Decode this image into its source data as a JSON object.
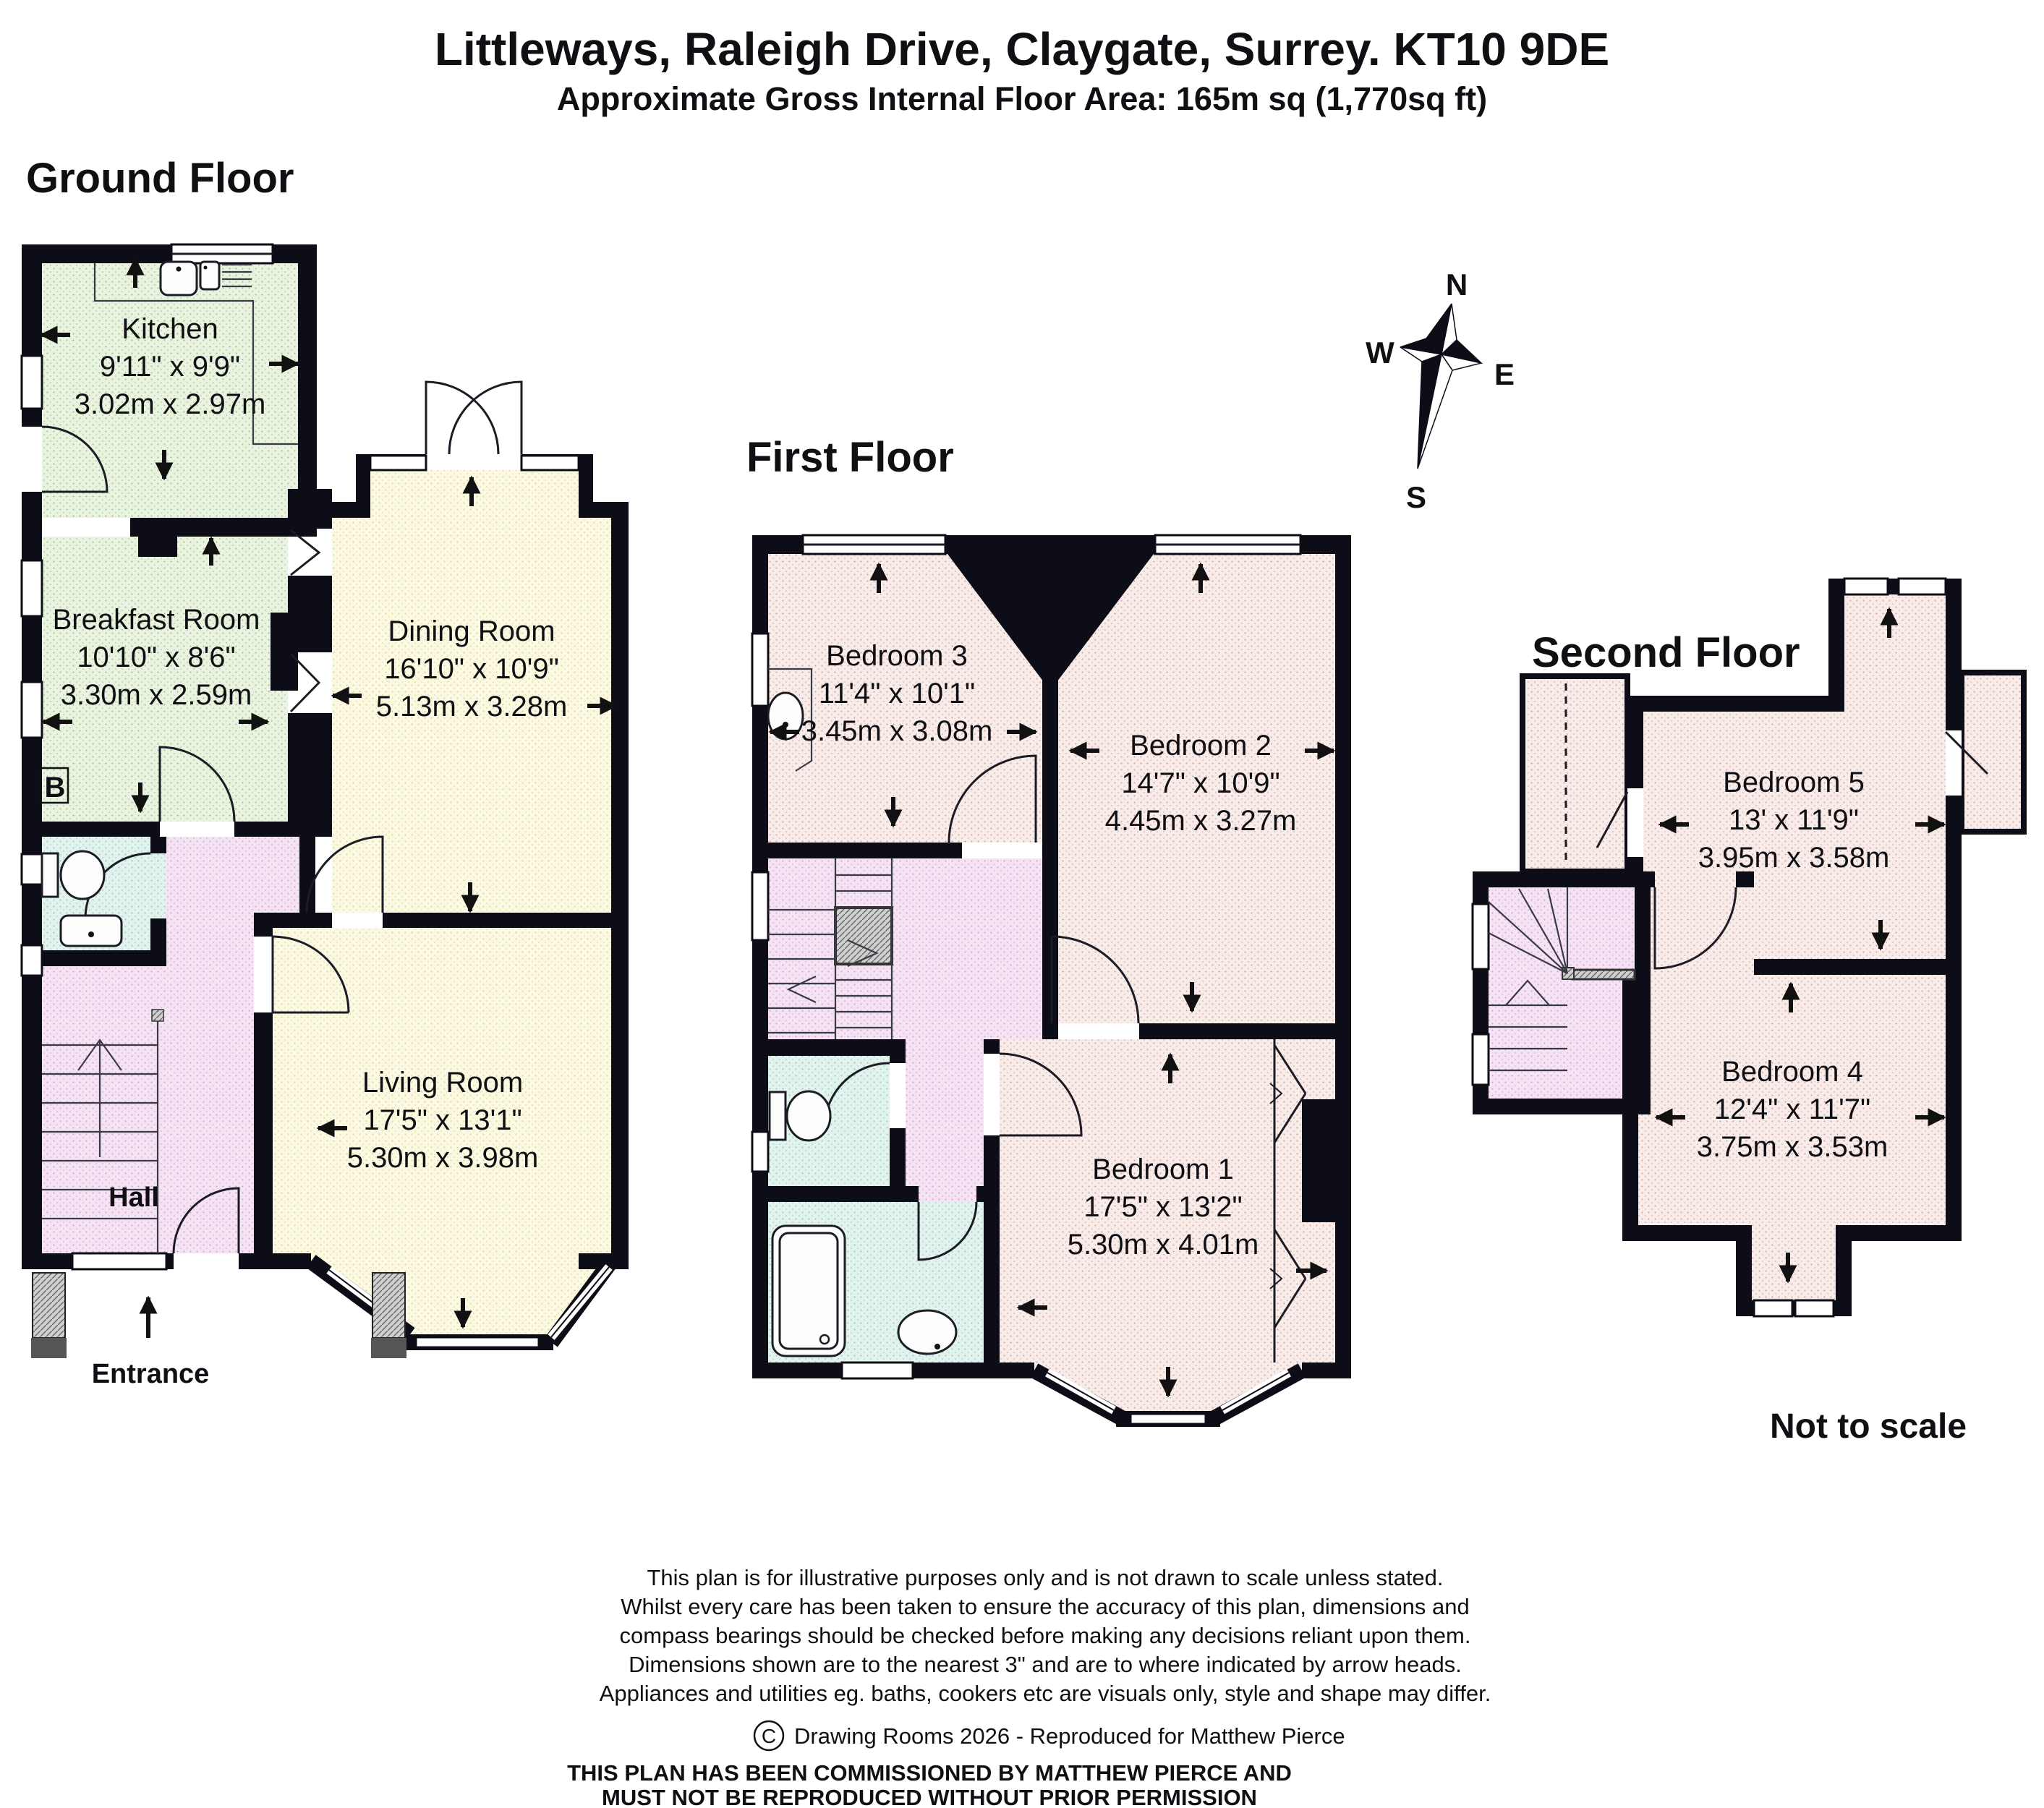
{
  "title": {
    "line1": "Littleways, Raleigh Drive, Claygate, Surrey. KT10 9DE",
    "line2": "Approximate Gross Internal Floor Area:  165m sq (1,770sq ft)"
  },
  "floors": {
    "ground": {
      "heading": "Ground Floor",
      "rooms": {
        "kitchen": {
          "name": "Kitchen",
          "imperial": "9'11\" x 9'9\"",
          "metric": "3.02m x 2.97m"
        },
        "breakfast": {
          "name": "Breakfast Room",
          "imperial": "10'10\" x 8'6\"",
          "metric": "3.30m x 2.59m"
        },
        "dining": {
          "name": "Dining Room",
          "imperial": "16'10\" x 10'9\"",
          "metric": "5.13m x 3.28m"
        },
        "living": {
          "name": "Living Room",
          "imperial": "17'5\" x 13'1\"",
          "metric": "5.30m x 3.98m"
        }
      },
      "labels": {
        "hall": "Hall",
        "entrance": "Entrance",
        "boiler": "B"
      }
    },
    "first": {
      "heading": "First Floor",
      "rooms": {
        "bedroom3": {
          "name": "Bedroom 3",
          "imperial": "11'4\" x 10'1\"",
          "metric": "3.45m x 3.08m"
        },
        "bedroom2": {
          "name": "Bedroom 2",
          "imperial": "14'7\" x 10'9\"",
          "metric": "4.45m x 3.27m"
        },
        "bedroom1": {
          "name": "Bedroom 1",
          "imperial": "17'5\" x 13'2\"",
          "metric": "5.30m x 4.01m"
        }
      }
    },
    "second": {
      "heading": "Second Floor",
      "rooms": {
        "bedroom5": {
          "name": "Bedroom 5",
          "imperial": "13' x 11'9\"",
          "metric": "3.95m x 3.58m"
        },
        "bedroom4": {
          "name": "Bedroom 4",
          "imperial": "12'4\" x 11'7\"",
          "metric": "3.75m x 3.53m"
        }
      },
      "note": "Not to scale"
    }
  },
  "compass": {
    "n": "N",
    "e": "E",
    "s": "S",
    "w": "W"
  },
  "disclaimer": {
    "lines": [
      "This plan is for illustrative purposes only and is not drawn to scale unless stated.",
      "Whilst every care has been taken to ensure the accuracy of this plan, dimensions and",
      "compass bearings should be checked before making any decisions reliant upon them.",
      "Dimensions shown are to the nearest 3\" and are to where indicated by arrow heads.",
      "Appliances and utilities eg. baths, cookers etc are visuals only, style and shape may differ."
    ],
    "copyright_symbol": "C",
    "copyright": "Drawing Rooms 2026 - Reproduced for Matthew Pierce",
    "commissioned": [
      "THIS PLAN HAS BEEN COMMISSIONED BY MATTHEW PIERCE AND",
      "MUST NOT BE REPRODUCED WITHOUT PRIOR PERMISSION"
    ]
  },
  "colors": {
    "wall": "#0d0d17",
    "kitchen_green": "#e9f3df",
    "reception_cream": "#fbf9e2",
    "bedroom_pink": "#f8ece8",
    "hall_lavender": "#f5e3f4",
    "bath_cyan": "#e2f3ee"
  }
}
